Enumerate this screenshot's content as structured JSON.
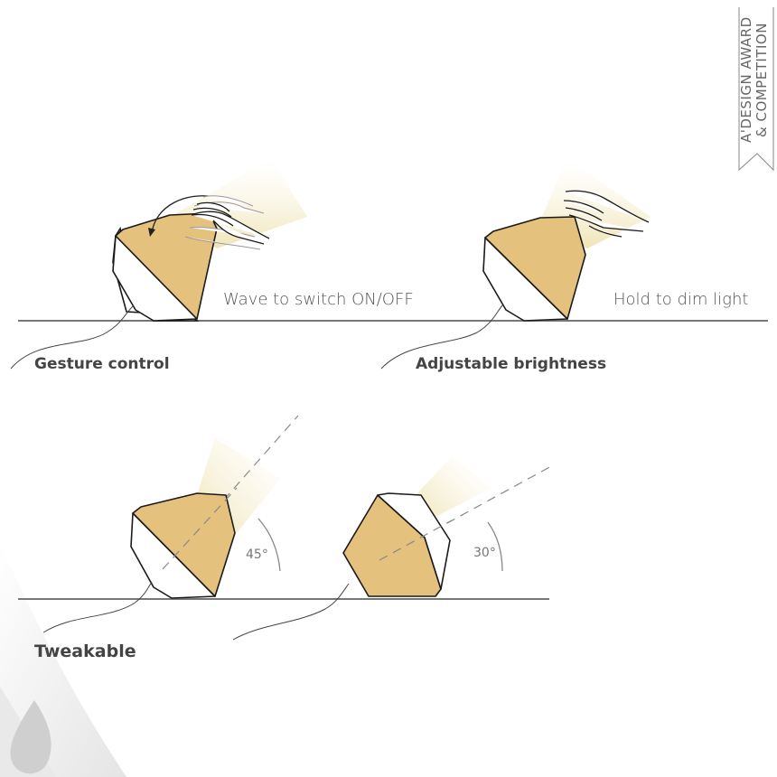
{
  "badge": {
    "line1": "A'DESIGN AWARD",
    "line2": "& COMPETITION"
  },
  "panels": {
    "gesture": {
      "action": "Wave to switch ON/OFF",
      "title": "Gesture control"
    },
    "brightness": {
      "action": "Hold to dim light",
      "title": "Adjustable brightness"
    },
    "tweak": {
      "title": "Tweakable",
      "angle_a": "45°",
      "angle_b": "30°"
    }
  },
  "colors": {
    "lamp_wood": "#e5c17e",
    "lamp_white": "#ffffff",
    "outline": "#1a1a1a",
    "ground": "#777777",
    "light_beam": "#f6edc8",
    "caption": "#555555"
  },
  "icons": {
    "logo": "award-droplet-logo",
    "hand": "hand-icon"
  }
}
